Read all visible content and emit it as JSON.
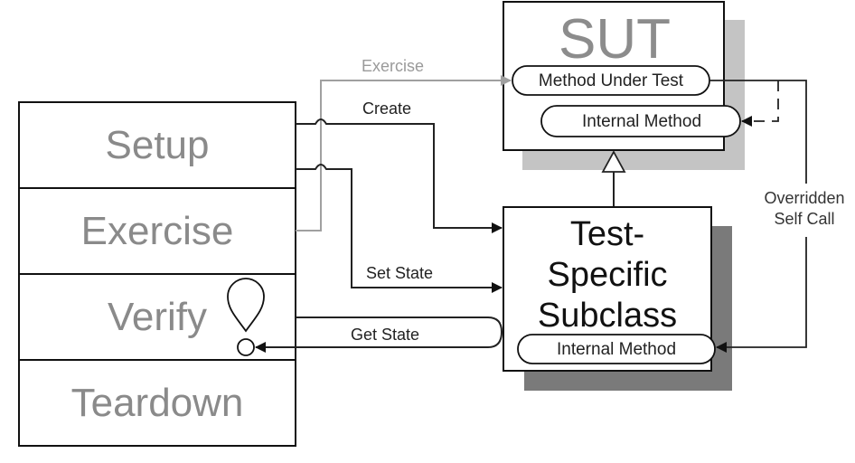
{
  "test_phases": [
    {
      "label": "Setup"
    },
    {
      "label": "Exercise"
    },
    {
      "label": "Verify"
    },
    {
      "label": "Teardown"
    }
  ],
  "sut": {
    "title": "SUT",
    "method_under_test": "Method Under Test",
    "internal_method": "Internal Method"
  },
  "subclass": {
    "title_lines": [
      "Test-",
      "Specific",
      "Subclass"
    ],
    "internal_method": "Internal Method"
  },
  "arrows": {
    "exercise": "Exercise",
    "create": "Create",
    "set_state": "Set State",
    "get_state": "Get State",
    "overridden_self_call": [
      "Overridden",
      "Self Call"
    ]
  },
  "colors": {
    "line": "#1a1a1a",
    "gray_line": "#a0a0a0",
    "sut_shadow": "#c4c4c4",
    "subclass_shadow": "#7a7a7a",
    "phase_text": "#8a8a8a"
  }
}
